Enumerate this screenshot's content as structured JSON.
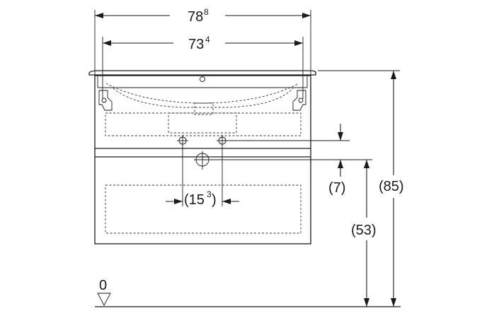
{
  "dimensions": {
    "overall_width": {
      "main": "78",
      "sup": "8"
    },
    "basin_width": {
      "main": "73",
      "sup": "4"
    },
    "drain_spacing": {
      "open": "(15",
      "sup": "3",
      "close": ")"
    },
    "drain_offset": "(7)",
    "drain_height": "(53)",
    "total_height": "(85)",
    "floor_level": "0"
  }
}
